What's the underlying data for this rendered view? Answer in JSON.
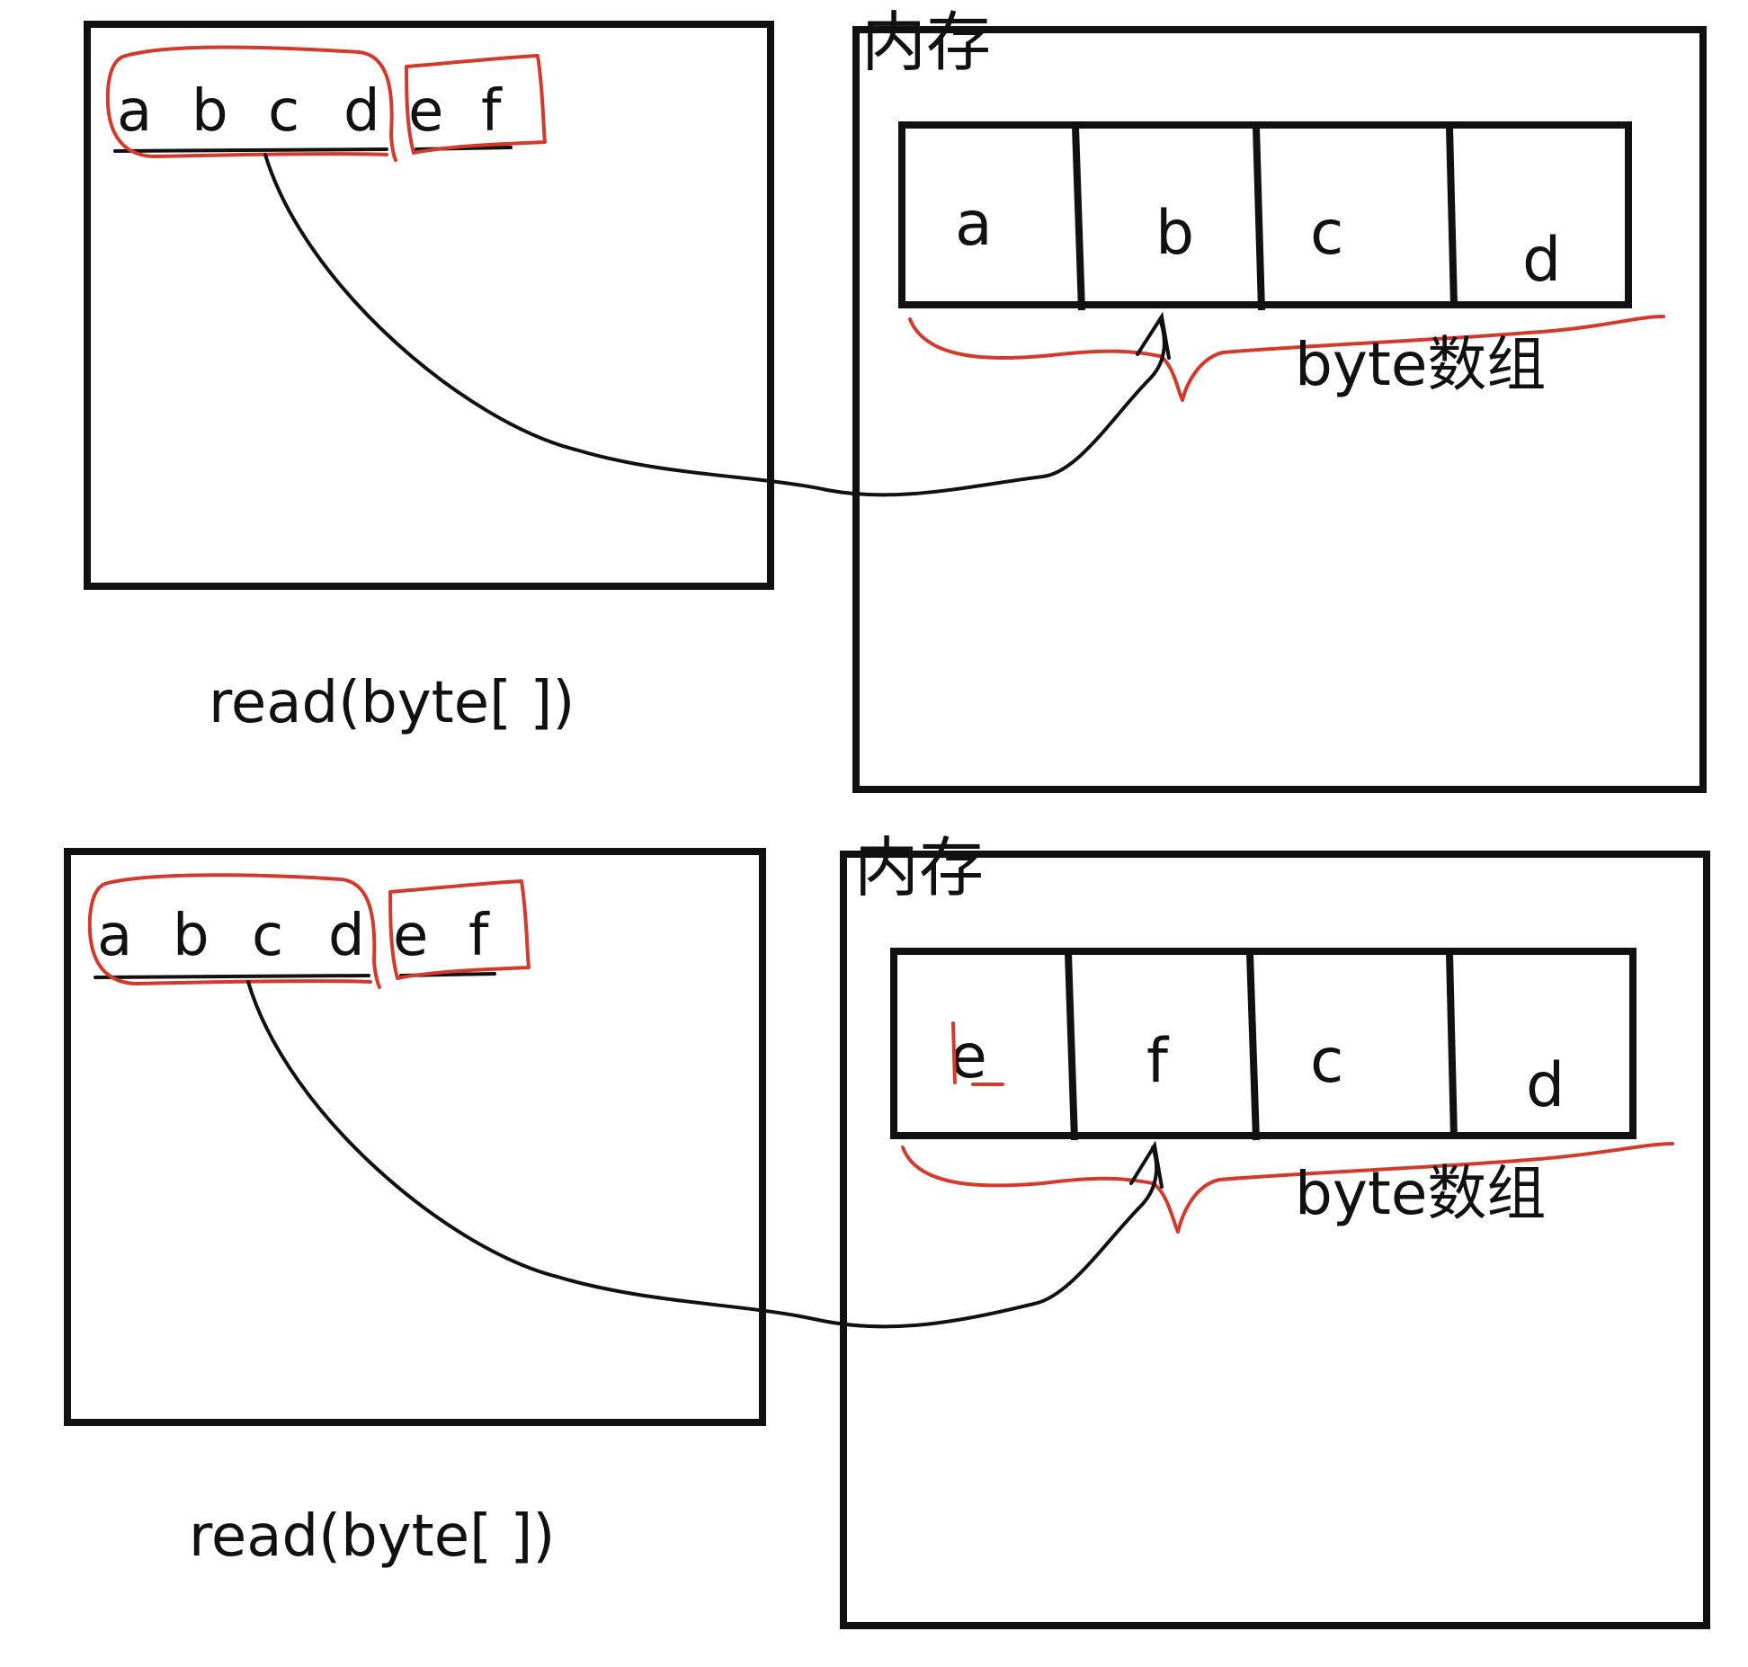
{
  "colors": {
    "ink": "#111111",
    "annotation": "#d33a2c",
    "background": "#ffffff"
  },
  "panels": [
    {
      "source_chars": [
        "a",
        "b",
        "c",
        "d",
        "e",
        "f"
      ],
      "method_label": "read(byte[ ])",
      "memory_label": "内存",
      "array_cells": [
        "a",
        "b",
        "c",
        "d"
      ],
      "array_label": "byte数组"
    },
    {
      "source_chars": [
        "a",
        "b",
        "c",
        "d",
        "e",
        "f"
      ],
      "method_label": "read(byte[ ])",
      "memory_label": "内存",
      "array_cells": [
        "e",
        "f",
        "c",
        "d"
      ],
      "array_label": "byte数组"
    }
  ]
}
